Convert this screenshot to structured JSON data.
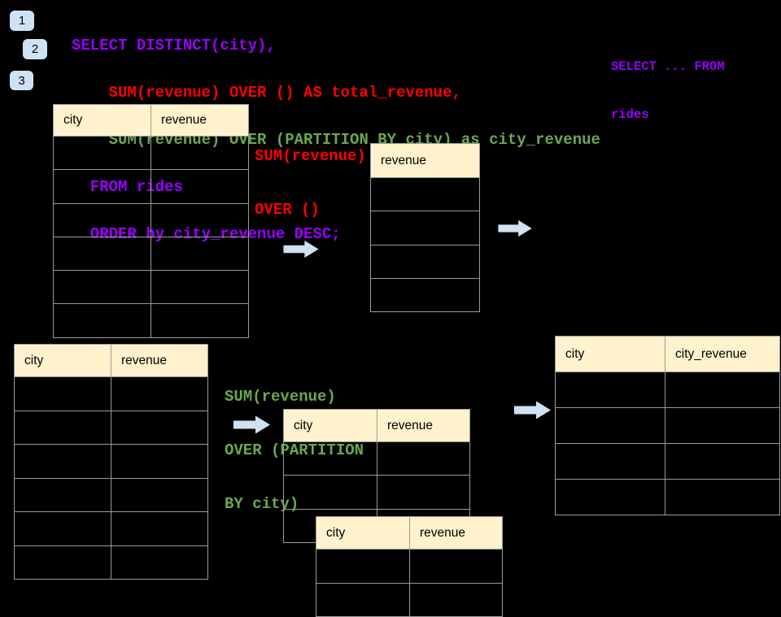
{
  "colors": {
    "background": "#000000",
    "sql_purple": "#9900FF",
    "sql_red": "#FF0000",
    "sql_green": "#6AA84F",
    "table_header_fill": "#FFF2CC",
    "table_border": "#9B9B9B",
    "arrow_fill": "#CFE2F3",
    "badge_fill": "#CFE2F3"
  },
  "badges": [
    {
      "label": "1"
    },
    {
      "label": "2"
    },
    {
      "label": "3"
    }
  ],
  "sql": {
    "lines": [
      {
        "text": "SELECT DISTINCT(city),",
        "color": "purple"
      },
      {
        "text": "    SUM(revenue) OVER () AS total_revenue,",
        "color": "red"
      },
      {
        "text": "    SUM(revenue) OVER (PARTITION BY city) as city_revenue",
        "color": "green"
      },
      {
        "text": "  FROM rides",
        "color": "purple"
      },
      {
        "text": "  ORDER by city_revenue DESC;",
        "color": "purple"
      }
    ]
  },
  "side_note": {
    "line1": "SELECT ... FROM",
    "line2": "rides"
  },
  "annotations": {
    "over_total": {
      "line1": "SUM(revenue)",
      "line2": "OVER ()"
    },
    "over_partition": {
      "line1": "SUM(revenue)",
      "line2": "OVER (PARTITION",
      "line3": "BY city)"
    }
  },
  "tables": {
    "source_top": {
      "headers": [
        "city",
        "revenue"
      ],
      "row_count": 6
    },
    "total_result": {
      "headers": [
        "revenue"
      ],
      "row_count": 4
    },
    "source_bottom": {
      "headers": [
        "city",
        "revenue"
      ],
      "row_count": 6
    },
    "partition_step": {
      "headers": [
        "city",
        "revenue"
      ],
      "row_count": 3
    },
    "partition_front": {
      "headers": [
        "city",
        "revenue"
      ],
      "row_count": 2
    },
    "final_result": {
      "headers": [
        "city",
        "city_revenue"
      ],
      "row_count": 4
    }
  }
}
